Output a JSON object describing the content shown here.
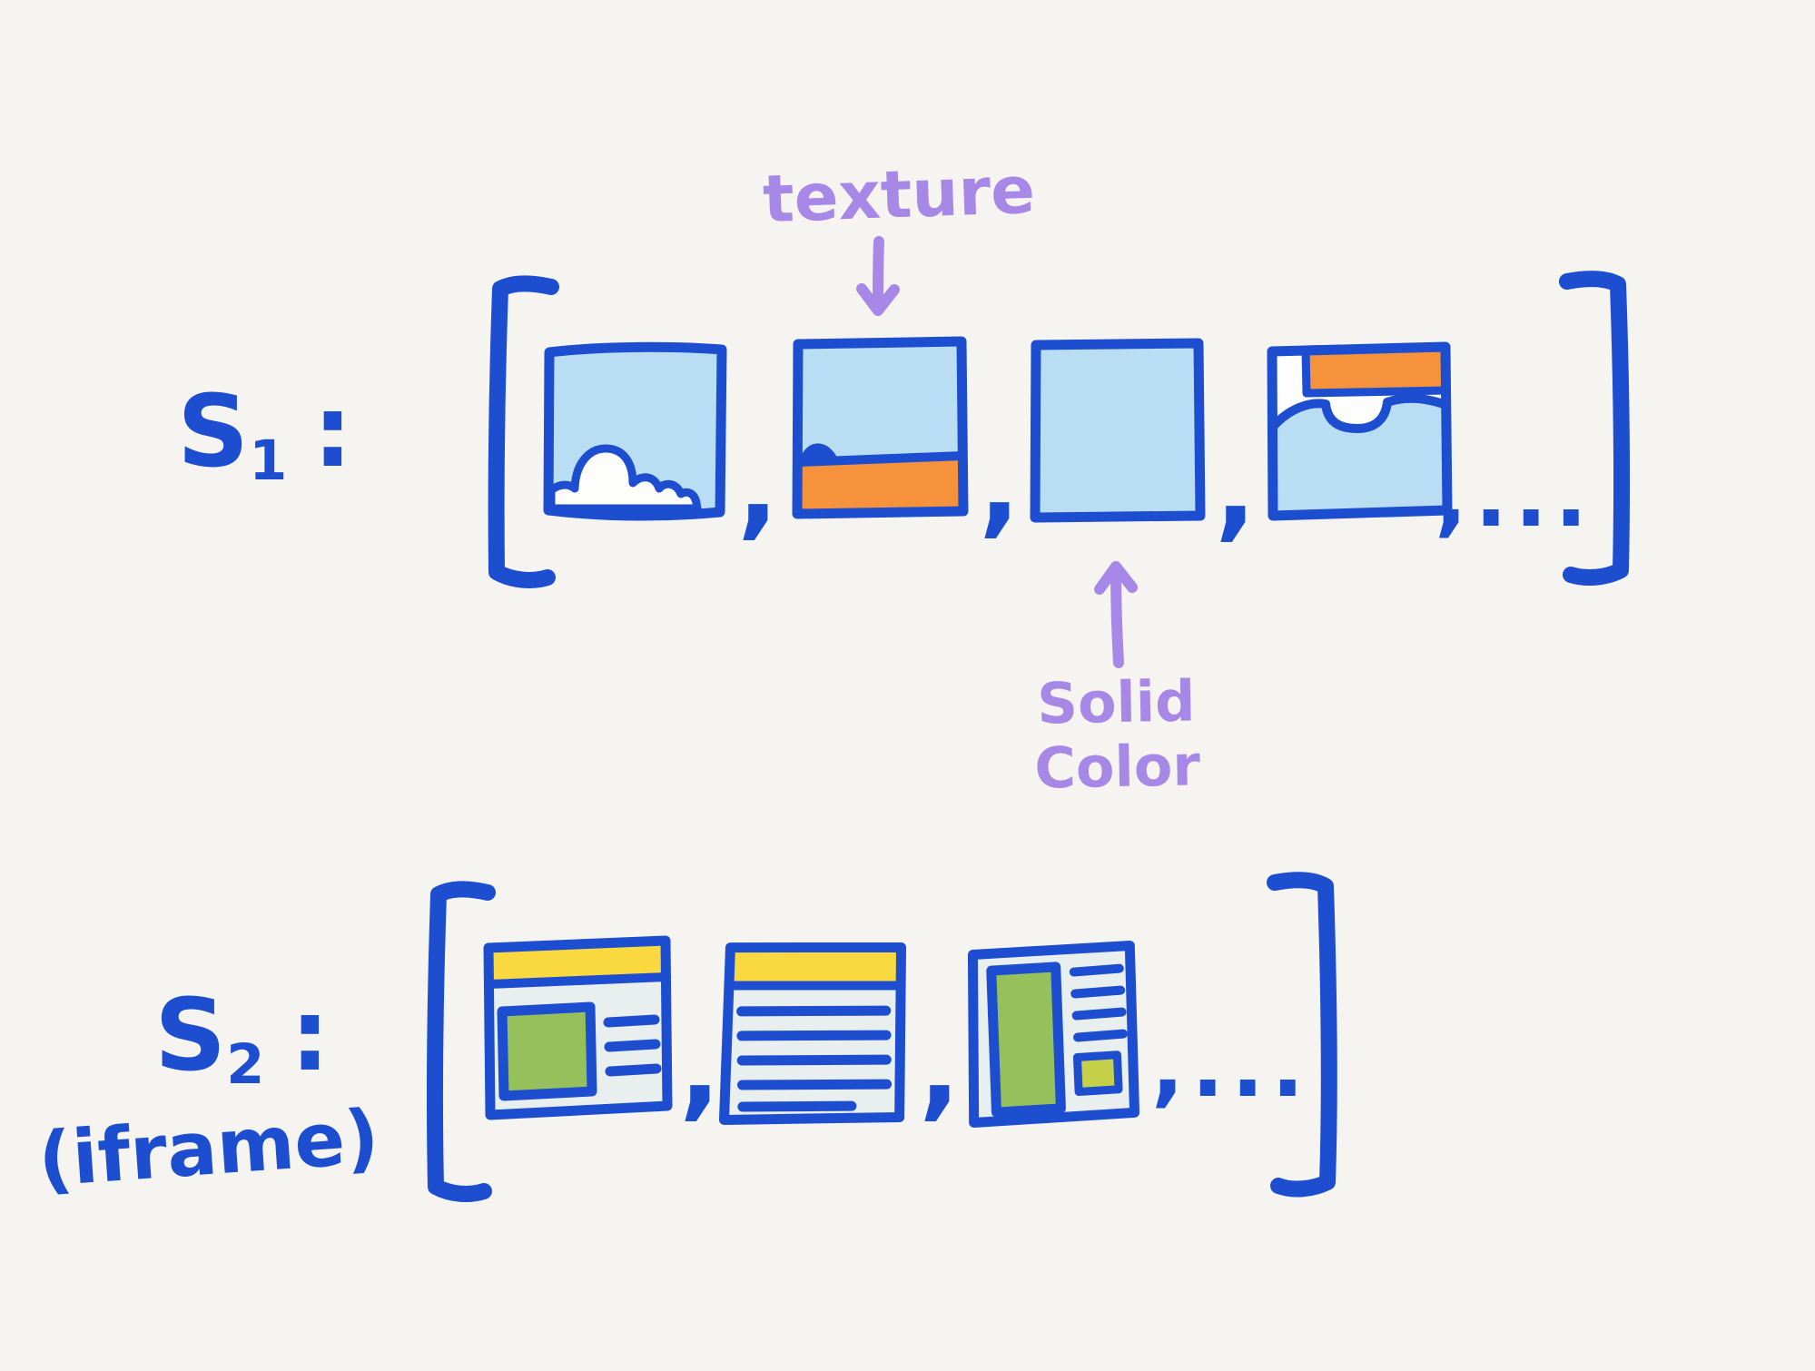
{
  "annotations": {
    "texture_label": "texture",
    "solid_color_line1": "Solid",
    "solid_color_line2": "Color"
  },
  "set1": {
    "name": "S",
    "subscript": "1",
    "colon": ":",
    "separator": ",",
    "ellipsis": ",...",
    "thumbnails": [
      {
        "name": "sky-with-clouds-image"
      },
      {
        "name": "sky-with-orange-texture-band-image"
      },
      {
        "name": "solid-color-swatch"
      },
      {
        "name": "shirt-with-orange-band-image"
      }
    ]
  },
  "set2": {
    "name": "S",
    "subscript": "2",
    "colon": ":",
    "caption": "(iframe)",
    "separator": ",",
    "ellipsis": ",...",
    "thumbnails": [
      {
        "name": "webpage-with-hero-image-and-text"
      },
      {
        "name": "webpage-with-text-lines"
      },
      {
        "name": "webpage-with-sidebar-image"
      }
    ]
  },
  "colors": {
    "ink_blue": "#1e4ed0",
    "light_blue": "#b9ddf2",
    "orange": "#f6923c",
    "yellow": "#f9d93f",
    "green": "#96c05b",
    "yellow_green": "#c4cf4a",
    "purple": "#a888e6",
    "background": "#f5f4f1",
    "paper": "#e9eeee"
  }
}
